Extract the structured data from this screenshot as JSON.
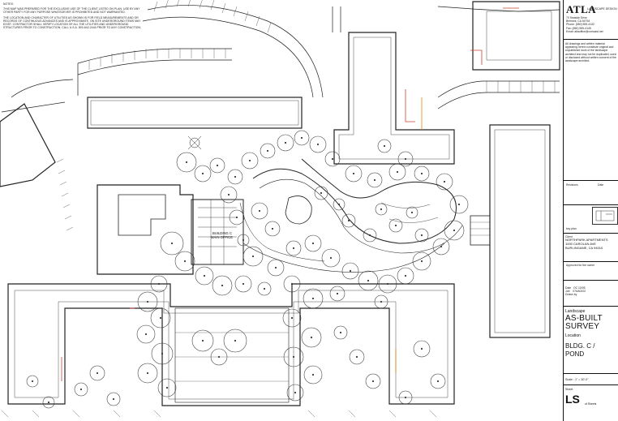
{
  "notes": {
    "heading": "NOTES:",
    "p1": "THIS MAP WAS PREPARED FOR THE EXCLUSIVE USE OF THE CLIENT LISTED ON PLAN. USE BY ANY OTHER PARTY FOR ANY PURPOSE WHATSOEVER IS PROHIBITED AND NOT WARRANTED.",
    "p2": "THE LOCATION AND CHARACTER OF UTILITIES AS SHOWN IS FOR FIELD MEASUREMENTS AND OR RECORDS OF CONTINUOUS ADVANCES AND IS APPROXIMATE. ON SITE UNDERGROUND ITEMS MAY EXIST. CONTRACTOR SHALL VERIFY LOCATION OF ALL THE UTILITIES AND UNDERGROUND STRUCTURES PRIOR TO CONSTRUCTION. CALL U.S.A. 800-642-2444 PRIOR TO ANY CONSTRUCTION."
  },
  "plan": {
    "office_label_1": "BUILDING C",
    "office_label_2": "MAIN OFFICE"
  },
  "title_block": {
    "logo": "ATLA",
    "logo_sub": "LANDSCAPE DESIGN",
    "firm_lines": [
      "70 Seaside Drive",
      "Belmont, CA 94754",
      "Phone: (650) 555-4132",
      "Fax: (650) 555-4145",
      "Email: atlaoffice@comcast.net"
    ],
    "disclaimer": "All drawings and written material appearing herein constitute original and unpublished work of the landscape architect and may not be duplicated, used or disclosed without written consent of the landscape architect.",
    "revisions_label": "Revisions",
    "date_label": "Date",
    "key_map_label": "key plan",
    "client_label": "Client",
    "client_lines": [
      "NORTHPARK APARTMENTS",
      "1000 CAROLAN AVE",
      "BURLINGAME, CA 94010"
    ],
    "approved_label": "Approved for the owner",
    "project_rows": [
      [
        "Date",
        "OC 10/05"
      ],
      [
        "Job",
        "07AA0202"
      ],
      [
        "Drawn by",
        ""
      ]
    ],
    "discipline": "Landscape",
    "title_lines": [
      "AS-BUILT",
      "SURVEY"
    ],
    "location_label": "Location",
    "location_lines": [
      "BLDG. C /",
      "POND"
    ],
    "scale": "Scale : 1\" = 30'-0\"",
    "sheet_label": "Sheet",
    "sheet_number": "LS",
    "sheet_of": "of  Sheets"
  }
}
